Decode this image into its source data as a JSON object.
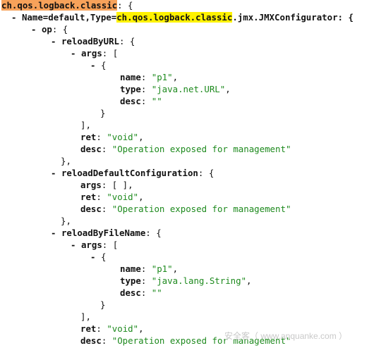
{
  "root": {
    "key": "ch.qos.logback.classic",
    "suffix": ": {"
  },
  "mbean": {
    "toggle": "-",
    "text_before": "Name=default,Type=",
    "highlight": "ch.qos.logback.classic",
    "text_after": ".jmx.JMXConfigurator: {"
  },
  "op": {
    "toggle": "-",
    "key": "op",
    "suffix": ": {"
  },
  "ops": [
    {
      "toggle": "-",
      "key": "reloadByURL",
      "args_toggle": "-",
      "args_key": "args",
      "arg_toggle": "-",
      "arg": {
        "name": "\"p1\"",
        "type": "\"java.net.URL\"",
        "desc": "\"\""
      },
      "ret": "\"void\"",
      "desc": "\"Operation exposed for management\""
    },
    {
      "toggle": "-",
      "key": "reloadDefaultConfiguration",
      "args_inline": "[ ],",
      "ret": "\"void\"",
      "desc": "\"Operation exposed for management\""
    },
    {
      "toggle": "-",
      "key": "reloadByFileName",
      "args_toggle": "-",
      "args_key": "args",
      "arg_toggle": "-",
      "arg": {
        "name": "\"p1\"",
        "type": "\"java.lang.String\"",
        "desc": "\"\""
      },
      "ret": "\"void\"",
      "desc": "\"Operation exposed for management\""
    }
  ],
  "labels": {
    "args": "args",
    "name": "name",
    "type": "type",
    "desc": "desc",
    "ret": "ret",
    "open_obj": "{",
    "close_obj": "}",
    "close_obj_comma": "},",
    "open_arr": "[",
    "close_arr_comma": "],",
    "colon": ": ",
    "comma": ","
  },
  "watermark": "安全客（ www.anquanke.com ）",
  "colors": {
    "key_highlight": "#f7a25a",
    "match_highlight": "#fff200",
    "string": "#1e8a1e"
  }
}
